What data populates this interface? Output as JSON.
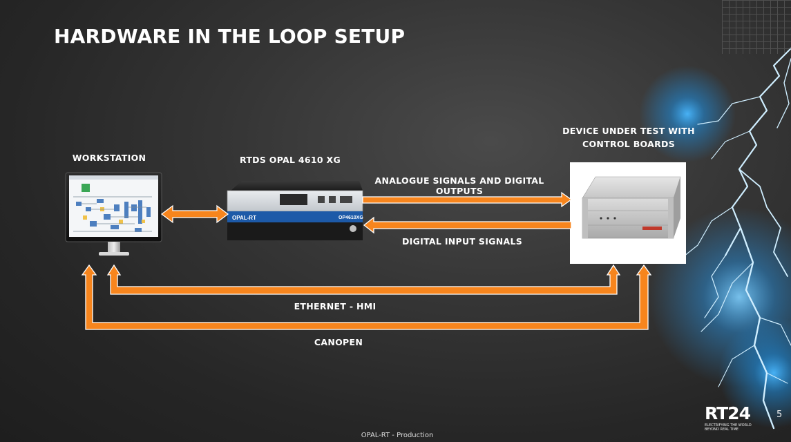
{
  "slide": {
    "title": "HARDWARE IN THE LOOP SETUP",
    "footer": "OPAL-RT - Production",
    "page_number": "5"
  },
  "nodes": {
    "workstation": "WORKSTATION",
    "simulator": "RTDS OPAL 4610 XG",
    "dut_line1": "DEVICE UNDER TEST WITH",
    "dut_line2": "CONTROL BOARDS"
  },
  "device_text": {
    "brand": "OPAL-RT",
    "model": "OP4610XG"
  },
  "connections": {
    "analogue": "ANALOGUE SIGNALS AND DIGITAL OUTPUTS",
    "digital_in": "DIGITAL INPUT SIGNALS",
    "ethernet": "ETHERNET - HMI",
    "canopen": "CANOPEN"
  },
  "logo": {
    "main": "RT24",
    "sub_line1": "ELECTRIFYING THE WORLD",
    "sub_line2": "BEYOND REAL TIME"
  },
  "colors": {
    "arrow": "#f7851d",
    "arrow_outline": "#ffffff",
    "lightning": "#bfe8ff",
    "glow": "#1fa3ff"
  }
}
